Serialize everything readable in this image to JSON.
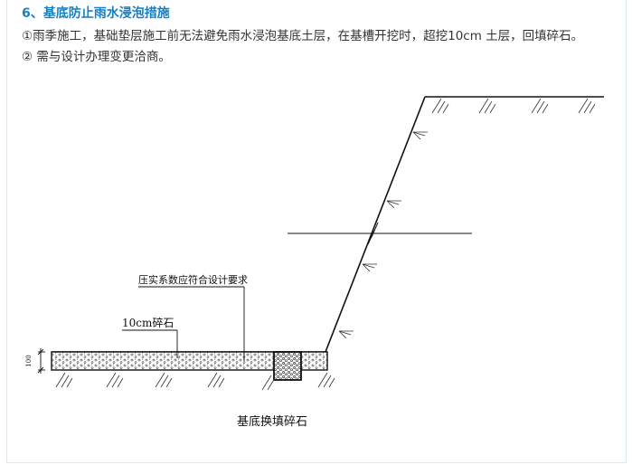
{
  "heading": "6、基底防止雨水浸泡措施",
  "paragraphs": [
    "①雨季施工，基础垫层施工前无法避免雨水浸泡基底土层，在基槽开挖时，超挖10cm 土层，回填碎石。",
    "② 需与设计办理变更洽商。"
  ],
  "drawing": {
    "label_compaction": "压实系数应符合设计要求",
    "label_gravel": "10cm碎石",
    "label_dim": "100",
    "caption": "基底换填碎石"
  }
}
